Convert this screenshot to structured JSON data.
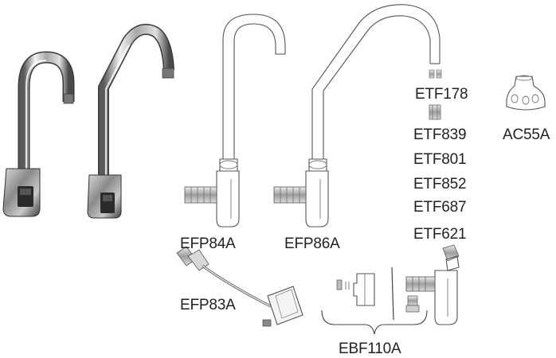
{
  "labels": {
    "efp84a": "EFP84A",
    "efp86a": "EFP86A",
    "efp83a": "EFP83A",
    "ebf110a": "EBF110A",
    "etf178": "ETF178",
    "etf839": "ETF839",
    "etf801": "ETF801",
    "etf852": "ETF852",
    "etf687": "ETF687",
    "etf621": "ETF621",
    "ac55a": "AC55A"
  },
  "colors": {
    "chrome_dark": "#4a4a4a",
    "chrome_mid": "#9a9a9a",
    "chrome_light": "#e6e6e6",
    "outline": "#555555"
  }
}
